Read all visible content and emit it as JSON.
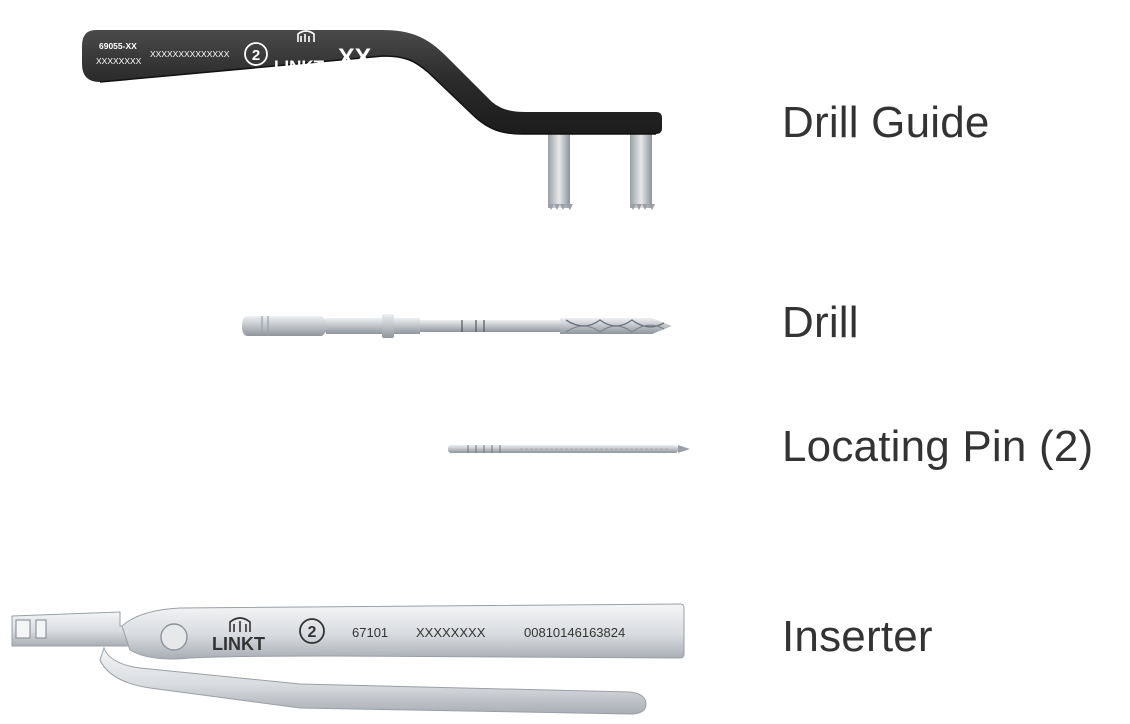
{
  "labels": {
    "drill_guide": "Drill Guide",
    "drill": "Drill",
    "locating_pin": "Locating Pin (2)",
    "inserter": "Inserter"
  },
  "drill_guide_markings": {
    "part_number": "69055-XX",
    "lot": "XXXXXXXX",
    "udi": "XXXXXXXXXXXXXX",
    "circle_number": "2",
    "brand": "LINKT",
    "size": "XX"
  },
  "inserter_markings": {
    "brand": "LINKT",
    "circle_number": "2",
    "part_number": "67101",
    "lot": "XXXXXXXX",
    "udi": "00810146163824"
  },
  "colors": {
    "label_text": "#333333",
    "guide_body": "#2b2b2b",
    "steel": "#c9cdd2"
  }
}
